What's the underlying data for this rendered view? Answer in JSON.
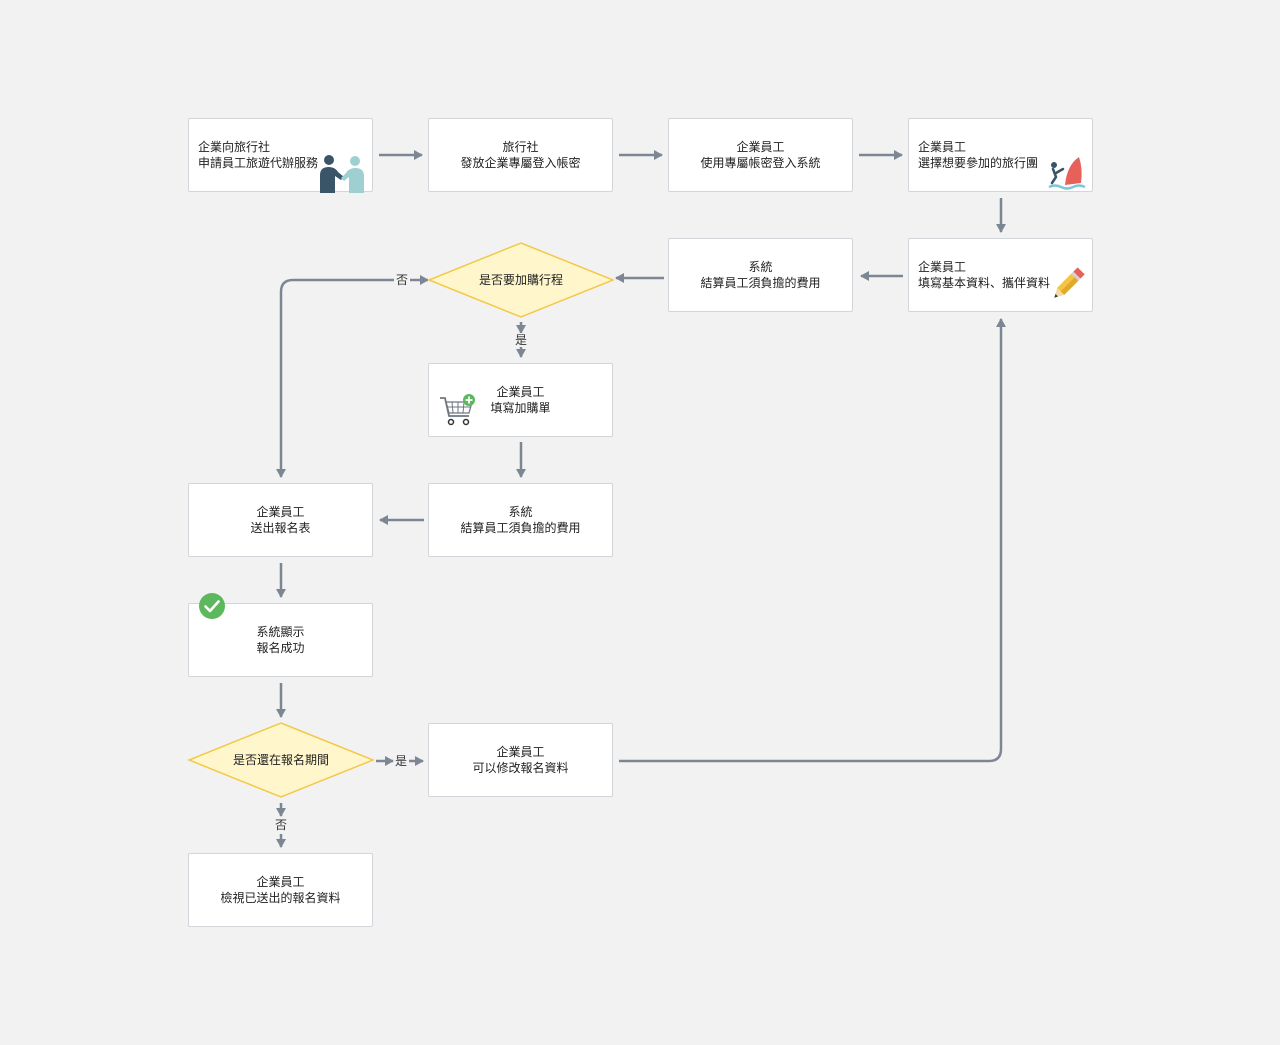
{
  "nodes": {
    "apply": {
      "line1": "企業向旅行社",
      "line2": "申請員工旅遊代辦服務"
    },
    "issue": {
      "line1": "旅行社",
      "line2": "發放企業專屬登入帳密"
    },
    "login": {
      "line1": "企業員工",
      "line2": "使用專屬帳密登入系統"
    },
    "choose": {
      "line1": "企業員工",
      "line2": "選擇想要參加的旅行團"
    },
    "fill": {
      "line1": "企業員工",
      "line2": "填寫基本資料、攜伴資料"
    },
    "calc1": {
      "line1": "系統",
      "line2": "結算員工須負擔的費用"
    },
    "addon_form": {
      "line1": "企業員工",
      "line2": "填寫加購單"
    },
    "calc2": {
      "line1": "系統",
      "line2": "結算員工須負擔的費用"
    },
    "submit": {
      "line1": "企業員工",
      "line2": "送出報名表"
    },
    "success": {
      "line1": "系統顯示",
      "line2": "報名成功"
    },
    "modify": {
      "line1": "企業員工",
      "line2": "可以修改報名資料"
    },
    "view": {
      "line1": "企業員工",
      "line2": "檢視已送出的報名資料"
    }
  },
  "decisions": {
    "addon": {
      "label": "是否要加購行程"
    },
    "period": {
      "label": "是否還在報名期間"
    }
  },
  "edges": {
    "yes": "是",
    "no": "否"
  },
  "icons": {
    "apply": "handshake-people-icon",
    "choose": "windsurfing-icon",
    "fill": "pencil-icon",
    "addon_form": "shopping-cart-add-icon",
    "success": "check-circle-icon"
  },
  "colors": {
    "background": "#f2f2f2",
    "box_border": "#d2d6da",
    "arrow": "#7d8793",
    "diamond_fill": "#fff6cc",
    "diamond_border": "#f3c94a",
    "success": "#5cb85c"
  }
}
